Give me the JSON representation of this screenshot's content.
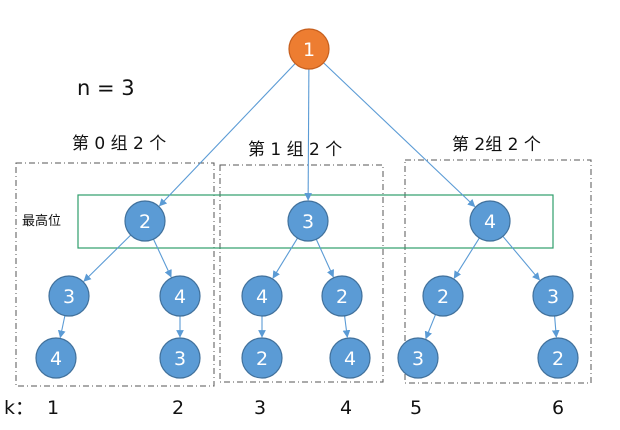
{
  "colors": {
    "root_fill": "#ED7D31",
    "node_fill": "#5B9BD5",
    "node_stroke": "#41719C",
    "edge": "#5B9BD5",
    "highlight_box": "#2E9E6B",
    "group_box": "#555555"
  },
  "n_label": "n = 3",
  "top_label": "最高位",
  "k_label": "k：",
  "root": "1",
  "groups": [
    {
      "label": "第 0 组 2 个",
      "top": "2",
      "left": [
        "3",
        "4"
      ],
      "right": [
        "4",
        "3"
      ],
      "k": [
        "1",
        "2"
      ]
    },
    {
      "label": "第 1 组 2 个",
      "top": "3",
      "left": [
        "4",
        "2"
      ],
      "right": [
        "2",
        "4"
      ],
      "k": [
        "3",
        "4"
      ]
    },
    {
      "label": "第 2组 2 个",
      "top": "4",
      "left": [
        "2",
        "3"
      ],
      "right": [
        "3",
        "2"
      ],
      "k": [
        "5",
        "6"
      ]
    }
  ]
}
